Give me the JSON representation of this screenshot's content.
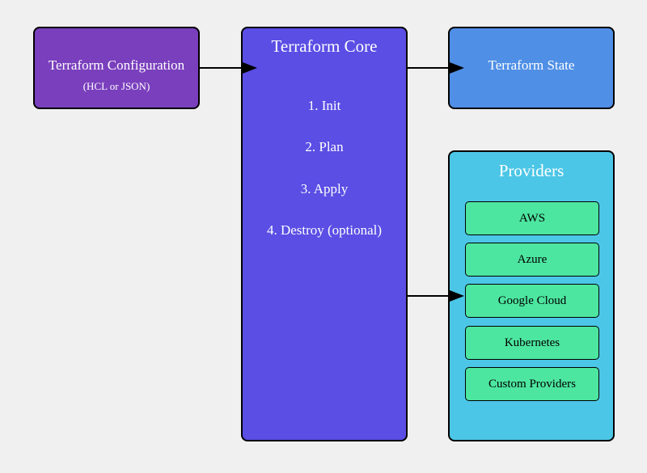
{
  "colors": {
    "background": "#f0f0f0",
    "config_fill": "#7a3fbd",
    "core_fill": "#5a4ee4",
    "state_fill": "#4f8fe6",
    "providers_fill": "#4cc6e6",
    "provider_item_fill": "#4de6a0",
    "arrow": "#000000"
  },
  "config": {
    "title": "Terraform Configuration",
    "subtitle": "(HCL or JSON)"
  },
  "core": {
    "title": "Terraform Core",
    "steps": [
      "1. Init",
      "2. Plan",
      "3. Apply",
      "4. Destroy (optional)"
    ]
  },
  "state": {
    "title": "Terraform State"
  },
  "providers": {
    "title": "Providers",
    "items": [
      "AWS",
      "Azure",
      "Google Cloud",
      "Kubernetes",
      "Custom Providers"
    ]
  }
}
